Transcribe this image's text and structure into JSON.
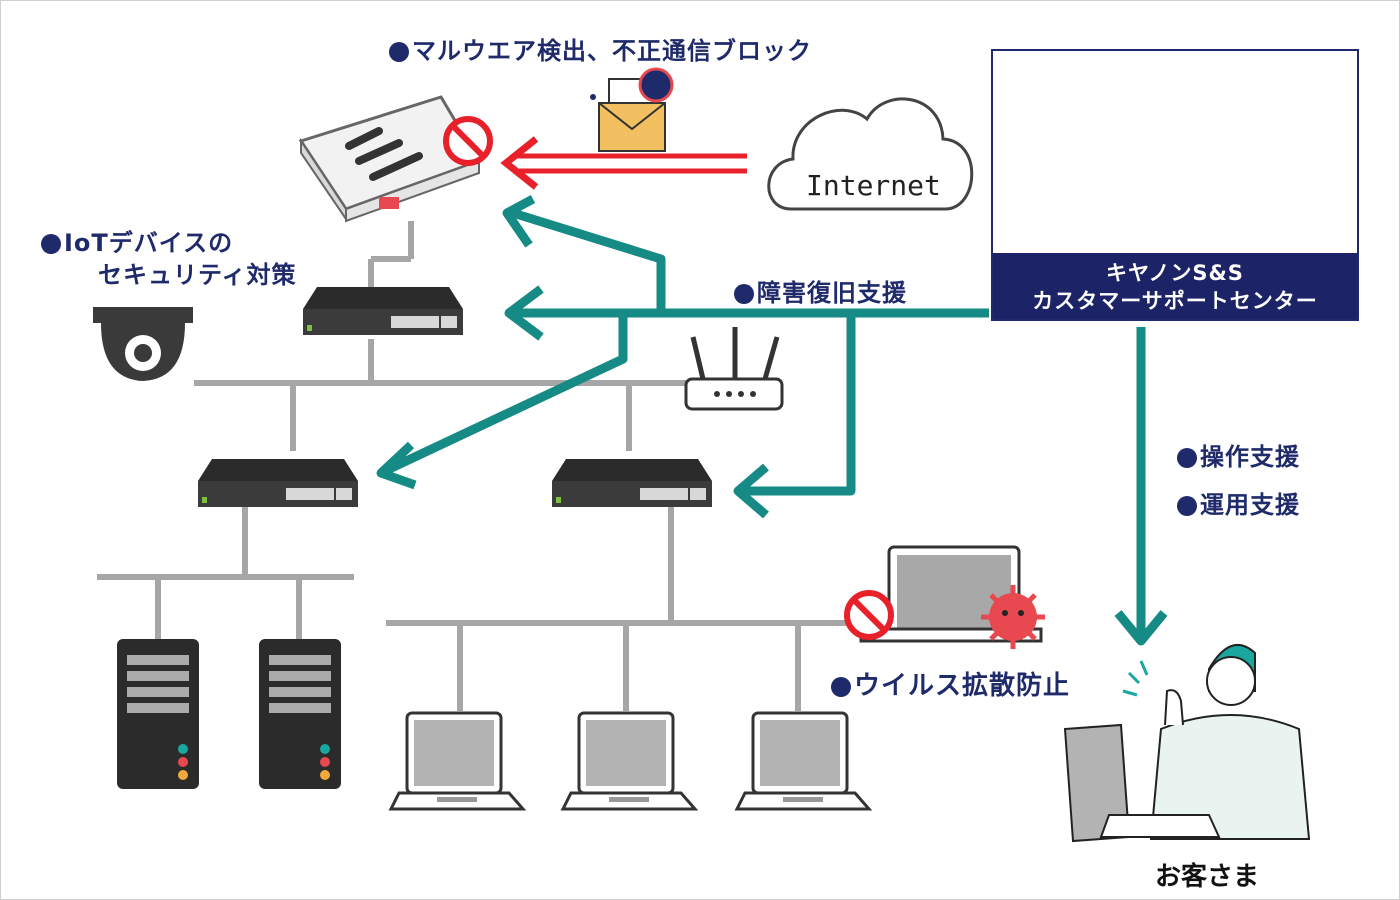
{
  "labels": {
    "malware_block": "マルウエア検出、不正通信ブロック",
    "iot_line1": "IoTデバイスの",
    "iot_line2": "セキュリティ対策",
    "recovery": "障害復旧支援",
    "operation": "操作支援",
    "usage": "運用支援",
    "virus": "ウイルス拡散防止",
    "internet": "Internet",
    "center_line1": "キヤノンS&S",
    "center_line2": "カスタマーサポートセンター",
    "customer": "お客さま"
  },
  "colors": {
    "navy": "#1f2a6b",
    "teal": "#168a85",
    "red": "#e8202a",
    "gray_line": "#a6a6a6",
    "device_dark": "#3a3a3a"
  },
  "icons": [
    "firewall-icon",
    "cloud-icon",
    "email-malware-icon",
    "camera-icon",
    "switch-icon",
    "router-icon",
    "server-icon",
    "laptop-icon",
    "virus-icon",
    "prohibit-icon",
    "support-operator-icon",
    "customer-icon"
  ]
}
